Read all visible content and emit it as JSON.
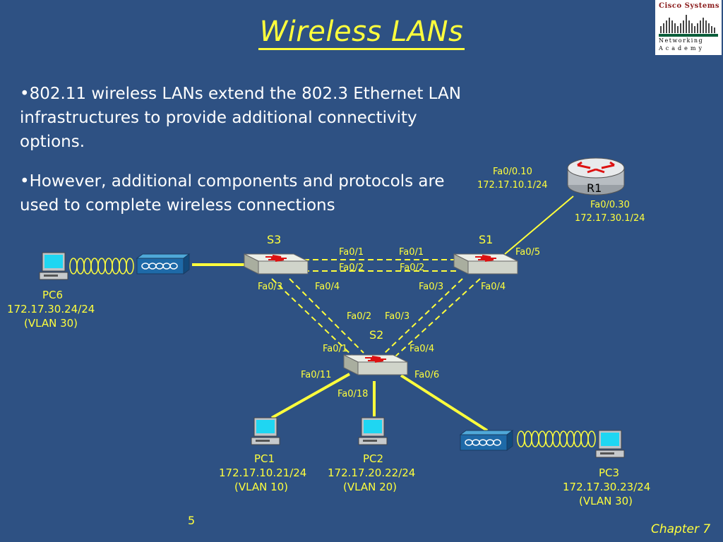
{
  "slide": {
    "title": "Wireless LANs",
    "bullets": [
      "•802.11 wireless LANs extend the 802.3 Ethernet LAN infrastructures to provide additional connectivity options.",
      "•However, additional components and protocols are used to complete wireless connections"
    ],
    "page_number": "5",
    "chapter": "Chapter 7"
  },
  "logo": {
    "line1": "Cisco Systems",
    "line2": "Networking",
    "line3": "Academy"
  },
  "colors": {
    "background": "#2e5183",
    "accent": "#ffff3c",
    "text": "#ffffff",
    "link": "#ffff3c"
  },
  "router": {
    "name": "R1",
    "if1": "Fa0/0.10",
    "ip1": "172.17.10.1/24",
    "if2": "Fa0/0.30",
    "ip2": "172.17.30.1/24"
  },
  "switches": {
    "s1": {
      "name": "S1",
      "ports": {
        "fa01": "Fa0/1",
        "fa02": "Fa0/2",
        "fa03": "Fa0/3",
        "fa04": "Fa0/4",
        "fa05": "Fa0/5"
      }
    },
    "s2": {
      "name": "S2",
      "ports": {
        "fa01": "Fa0/1",
        "fa02": "Fa0/2",
        "fa03": "Fa0/3",
        "fa04": "Fa0/4",
        "fa06": "Fa0/6",
        "fa011": "Fa0/11",
        "fa018": "Fa0/18"
      }
    },
    "s3": {
      "name": "S3",
      "ports": {
        "fa01": "Fa0/1",
        "fa02": "Fa0/2",
        "fa03": "Fa0/3",
        "fa04": "Fa0/4"
      }
    }
  },
  "hosts": {
    "pc1": {
      "name": "PC1",
      "ip": "172.17.10.21/24",
      "vlan": "(VLAN 10)"
    },
    "pc2": {
      "name": "PC2",
      "ip": "172.17.20.22/24",
      "vlan": "(VLAN 20)"
    },
    "pc3": {
      "name": "PC3",
      "ip": "172.17.30.23/24",
      "vlan": "(VLAN 30)"
    },
    "pc6": {
      "name": "PC6",
      "ip": "172.17.30.24/24",
      "vlan": "(VLAN 30)"
    }
  }
}
